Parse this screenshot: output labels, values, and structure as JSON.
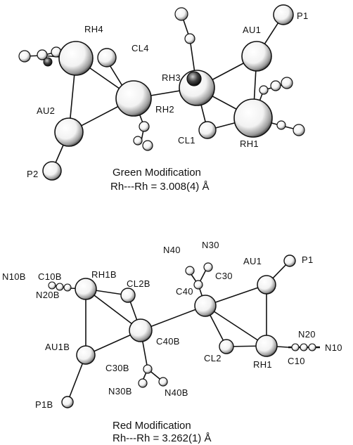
{
  "green": {
    "title": "Green Modification",
    "distance": "Rh---Rh = 3.008(4) Å",
    "labels": {
      "rh4": "RH4",
      "cl4": "CL4",
      "au1": "AU1",
      "p1": "P1",
      "rh3": "RH3",
      "au2": "AU2",
      "rh2": "RH2",
      "cl1": "CL1",
      "rh1": "RH1",
      "p2": "P2"
    }
  },
  "red": {
    "title": "Red Modification",
    "distance": "Rh---Rh = 3.262(1) Å",
    "labels": {
      "p1": "P1",
      "n40": "N40",
      "n30": "N30",
      "au1": "AU1",
      "c30": "C30",
      "c40": "C40",
      "n10b": "N10B",
      "c10b": "C10B",
      "rh1b": "RH1B",
      "cl2b": "CL2B",
      "n20b": "N20B",
      "au1b": "AU1B",
      "c40b": "C40B",
      "n20": "N20",
      "n10": "N10",
      "c10": "C10",
      "cl2": "CL2",
      "rh1": "RH1",
      "c30b": "C30B",
      "p1b": "P1B",
      "n30b": "N30B",
      "n40b": "N40B"
    }
  }
}
